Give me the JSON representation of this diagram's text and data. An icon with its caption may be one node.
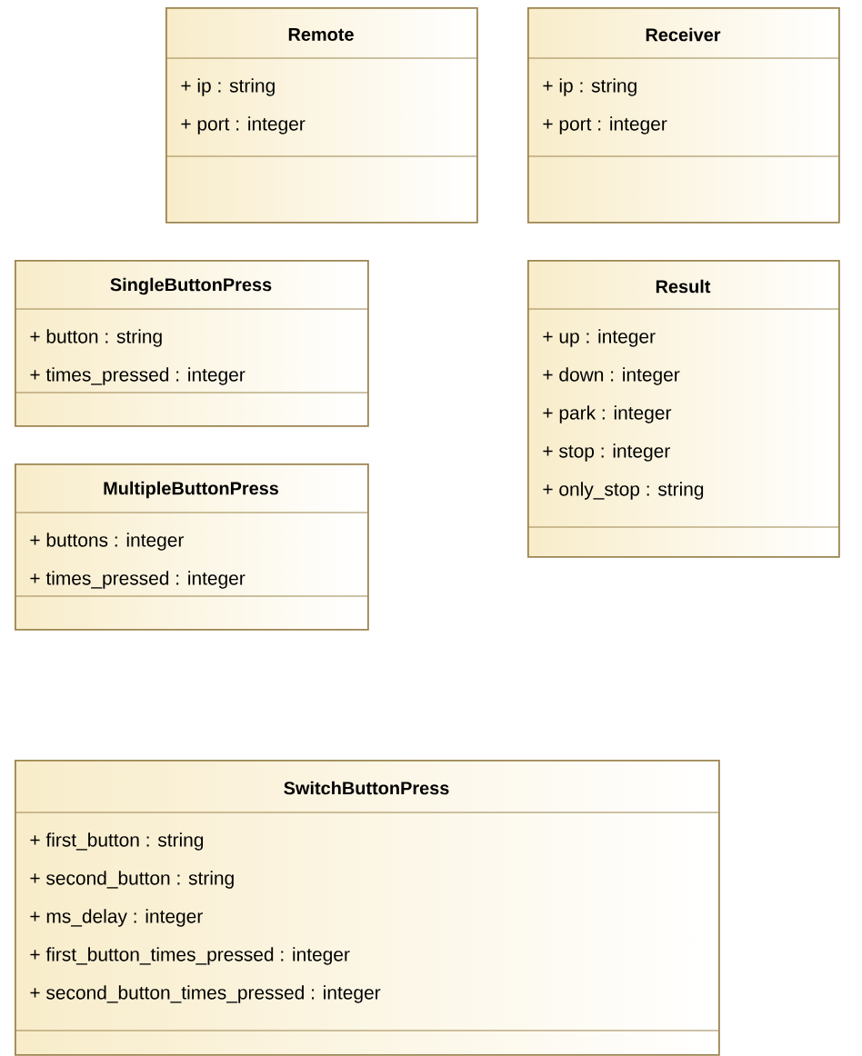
{
  "diagram": {
    "nodes": [
      {
        "text": [
          "Remote",
          "+ ip : string",
          "+ port : integer"
        ]
      },
      {
        "text": [
          "Receiver",
          "+ ip : string",
          "+ port : integer"
        ]
      },
      {
        "text": [
          "SingleButtonPress",
          "+ button : string",
          "+ times_pressed : integer"
        ]
      },
      {
        "text": [
          "Result",
          "+ up : integer",
          "+ down : integer",
          "+ park : integer",
          "+ stop : integer",
          "+ only_stop : string"
        ]
      },
      {
        "text": [
          "MultipleButtonPress",
          "+ buttons : integer",
          "+ times_pressed : integer"
        ]
      },
      {
        "text": [
          "SwitchButtonPress",
          "+ first_button : string",
          "+ second_button : string",
          "+ ms_delay : integer",
          "+ first_button_times_pressed : integer",
          "+ second_button_times_pressed : integer"
        ]
      }
    ]
  }
}
